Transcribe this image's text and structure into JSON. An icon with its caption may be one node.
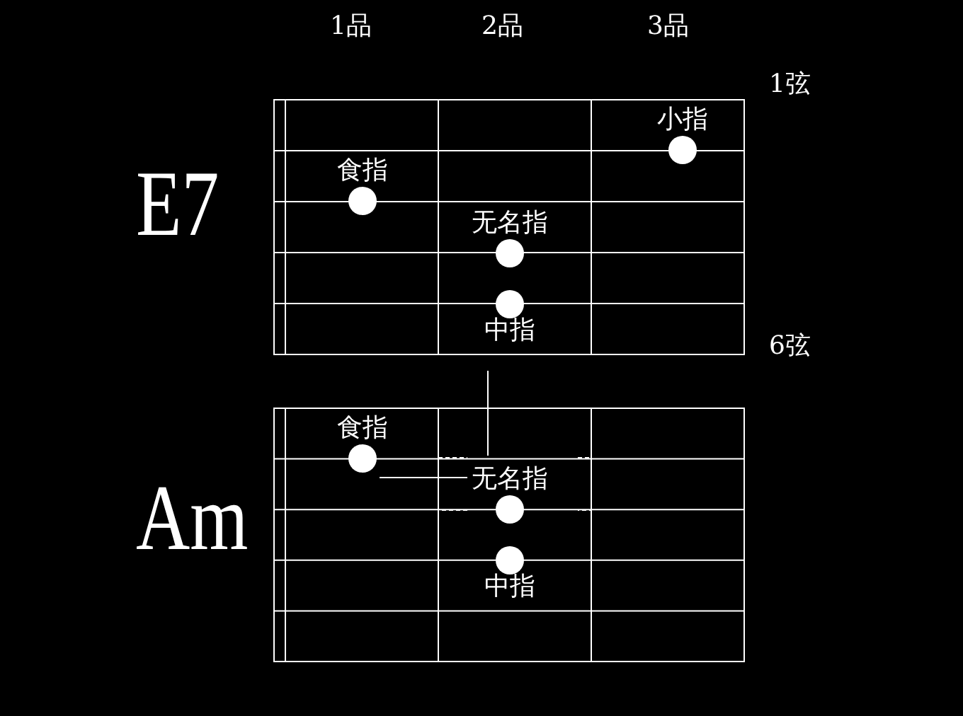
{
  "diagram": {
    "nodes": [
      {
        "text": [],
        "shape": "box",
        "beside": [
          "E7"
        ]
      },
      {
        "text": [],
        "shape": "circle",
        "in": 0,
        "beside": [
          "小指"
        ]
      },
      {
        "text": [],
        "shape": "circle",
        "in": 0,
        "beside": [
          "食指"
        ]
      },
      {
        "text": [],
        "shape": "circle",
        "in": 0,
        "beside": [
          "无名指"
        ]
      },
      {
        "text": [],
        "shape": "circle",
        "in": 0,
        "beside": [
          "中指"
        ]
      },
      {
        "text": [],
        "shape": "box",
        "beside": [
          "Am"
        ]
      },
      {
        "text": [],
        "shape": "circle",
        "in": 5,
        "beside": [
          "食指"
        ]
      },
      {
        "text": [],
        "shape": "circle",
        "in": 5,
        "beside": [
          "无名指"
        ]
      },
      {
        "text": [],
        "shape": "circle",
        "in": 5,
        "beside": [
          "中指"
        ]
      }
    ],
    "labels": [
      "1品",
      "2品",
      "3品",
      "1弦",
      "6弦"
    ]
  }
}
